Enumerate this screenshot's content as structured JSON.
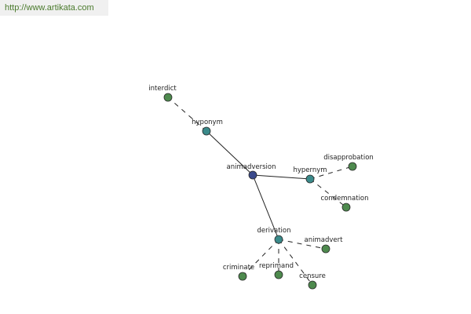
{
  "source": {
    "url_text": "http://www.artikata.com"
  },
  "colors": {
    "center_fill": "#3a4a8c",
    "relation_fill": "#3a8a8a",
    "leaf_fill": "#4e8a4e",
    "node_stroke": "#2a2a2a",
    "edge_stroke": "#222222",
    "banner_text": "#4a7a2c"
  },
  "graph": {
    "nodes": {
      "center": {
        "label": "animadversion",
        "kind": "center"
      },
      "hyponym": {
        "label": "hyponym",
        "kind": "relation"
      },
      "interdict": {
        "label": "interdict",
        "kind": "leaf"
      },
      "hypernym": {
        "label": "hypernym",
        "kind": "relation"
      },
      "disapprobation": {
        "label": "disapprobation",
        "kind": "leaf"
      },
      "condemnation": {
        "label": "condemnation",
        "kind": "leaf"
      },
      "derivation": {
        "label": "derivation",
        "kind": "relation"
      },
      "animadvert": {
        "label": "animadvert",
        "kind": "leaf"
      },
      "criminate": {
        "label": "criminate",
        "kind": "leaf"
      },
      "reprimand": {
        "label": "reprimand",
        "kind": "leaf"
      },
      "censure": {
        "label": "censure",
        "kind": "leaf"
      }
    },
    "edges": [
      {
        "from": "center",
        "to": "hyponym",
        "style": "solid"
      },
      {
        "from": "center",
        "to": "hypernym",
        "style": "solid"
      },
      {
        "from": "center",
        "to": "derivation",
        "style": "solid"
      },
      {
        "from": "hyponym",
        "to": "interdict",
        "style": "dashed"
      },
      {
        "from": "hypernym",
        "to": "disapprobation",
        "style": "dashed"
      },
      {
        "from": "hypernym",
        "to": "condemnation",
        "style": "dashed"
      },
      {
        "from": "derivation",
        "to": "animadvert",
        "style": "dashed"
      },
      {
        "from": "derivation",
        "to": "criminate",
        "style": "dashed"
      },
      {
        "from": "derivation",
        "to": "reprimand",
        "style": "dashed"
      },
      {
        "from": "derivation",
        "to": "censure",
        "style": "dashed"
      }
    ]
  }
}
